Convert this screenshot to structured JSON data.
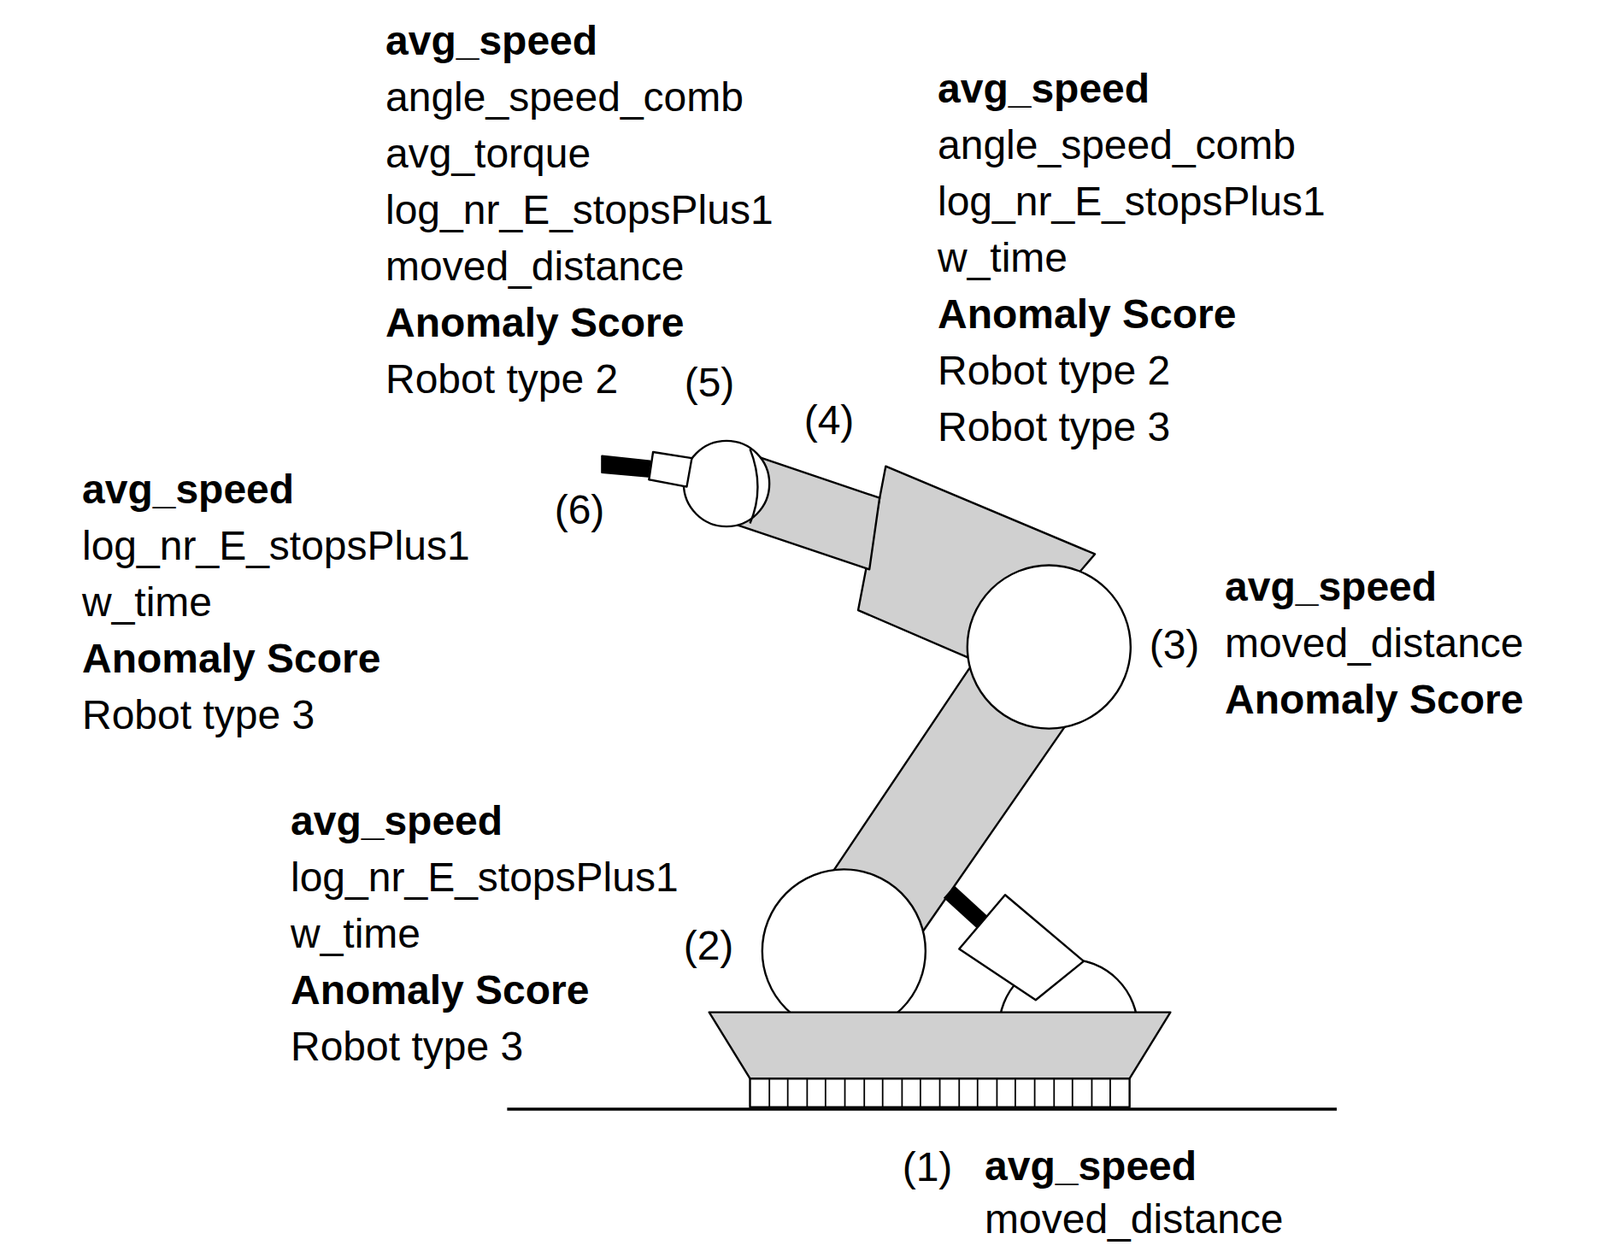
{
  "diagram": {
    "labels": [
      "avg_speed",
      "angle_speed_comb",
      "avg_torque",
      "log_nr_E_stopsPlus1",
      "moved_distance",
      "Anomaly Score",
      "Robot type 2",
      "(5)",
      "avg_speed",
      "angle_speed_comb",
      "log_nr_E_stopsPlus1",
      "w_time",
      "Anomaly Score",
      "Robot type 2",
      "Robot type 3",
      "(4)",
      "avg_speed",
      "log_nr_E_stopsPlus1",
      "w_time",
      "Anomaly Score",
      "Robot type 3",
      "(6)",
      "avg_speed",
      "moved_distance",
      "Anomaly Score",
      "(3)",
      "avg_speed",
      "log_nr_E_stopsPlus1",
      "w_time",
      "Anomaly Score",
      "Robot type 3",
      "(2)",
      "(1)",
      "avg_speed",
      "moved_distance"
    ]
  }
}
